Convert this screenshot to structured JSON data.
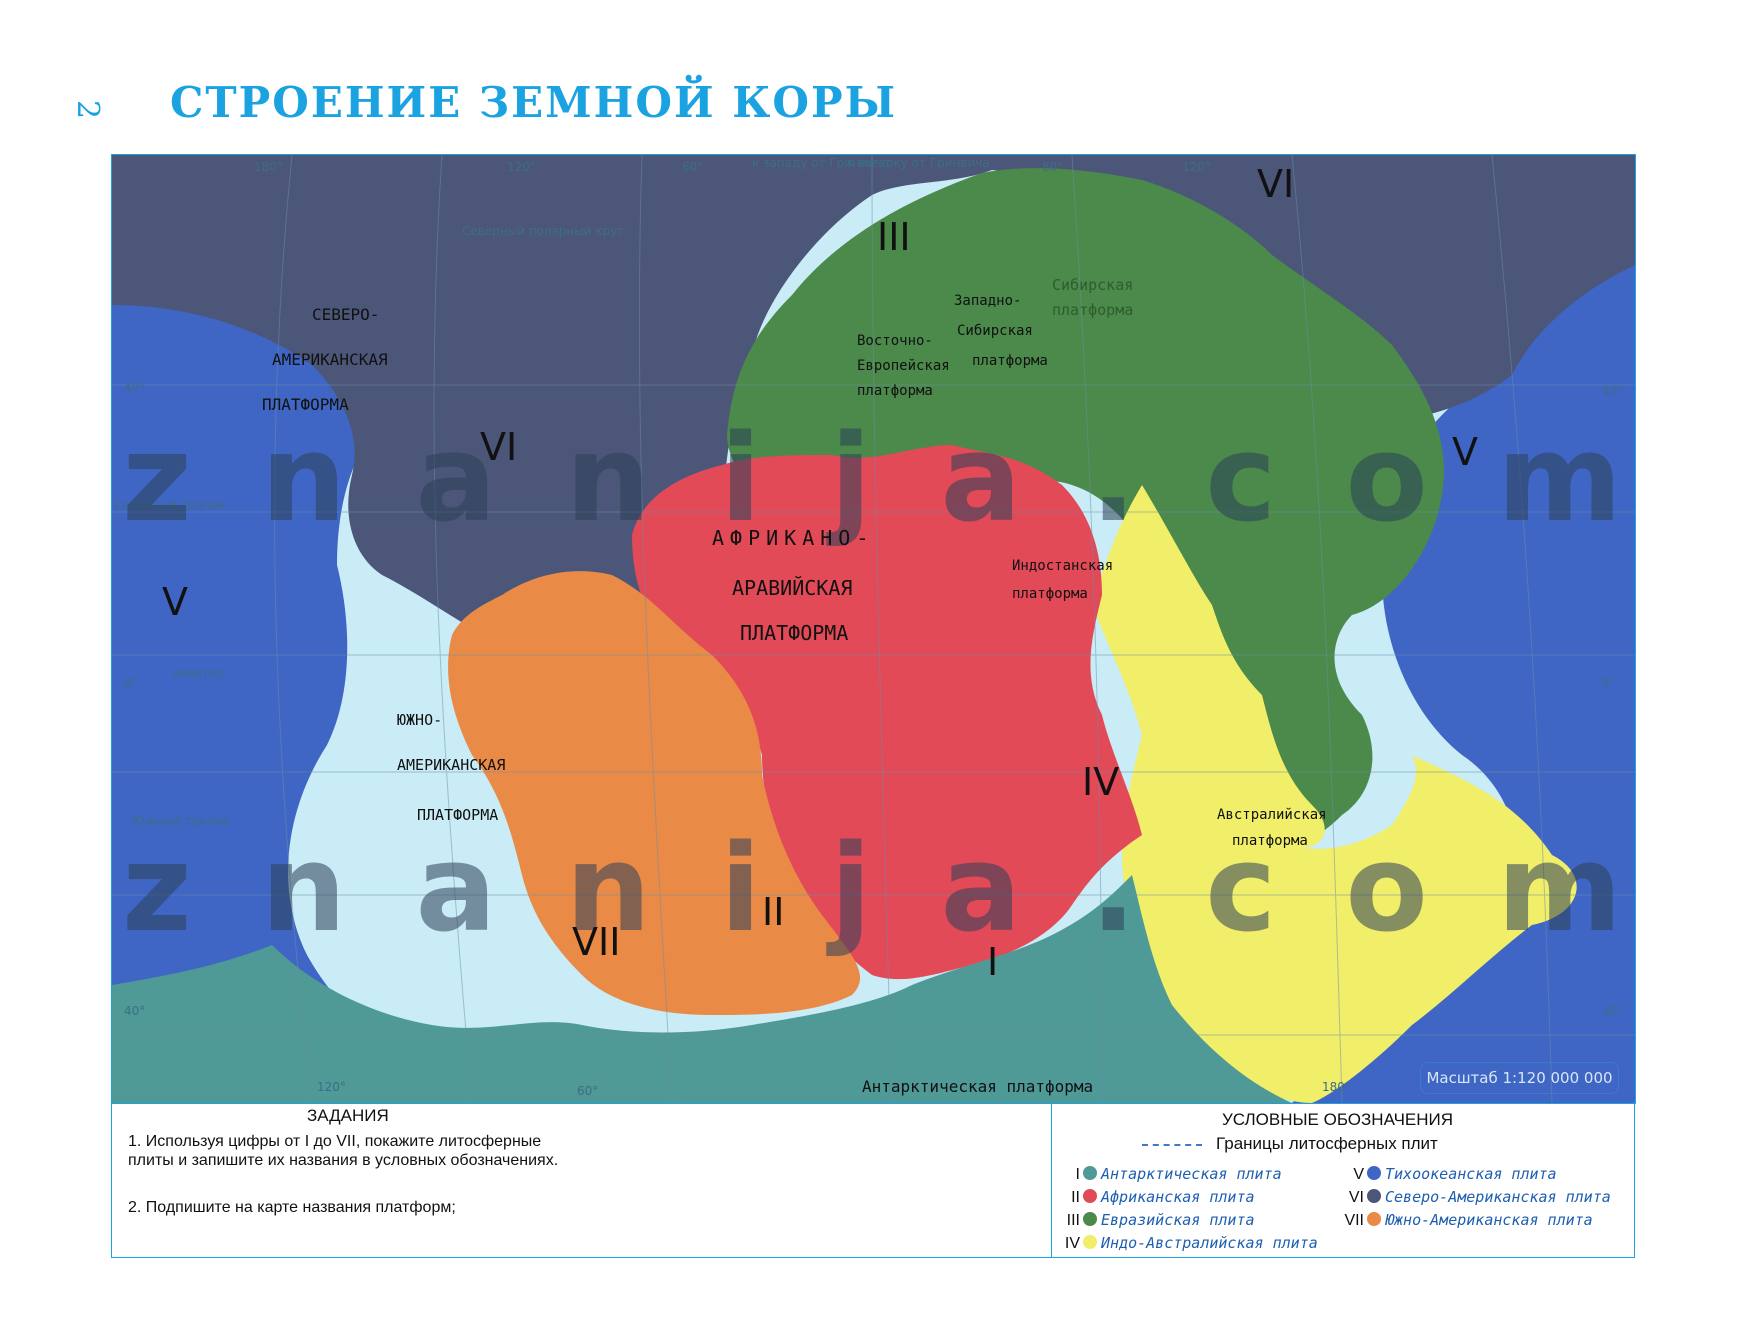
{
  "page": {
    "number": "2",
    "title": "СТРОЕНИЕ ЗЕМНОЙ КОРЫ"
  },
  "map": {
    "colors": {
      "ocean": "#c9ecf7",
      "antarctic": "#4f9a96",
      "african": "#e24a58",
      "eurasian": "#4b8a4a",
      "indo_australian": "#f1ee6a",
      "pacific": "#3f66c4",
      "north_american": "#4c5679",
      "south_american": "#ea8a47"
    },
    "grid_labels": {
      "lon_180_left": "180°",
      "lon_120_left": "120°",
      "lon_60_left": "60°",
      "lon_120_right": "120°",
      "lon_80": "80°",
      "lon_180_bottom": "180°",
      "lon_120_bottom": "120°",
      "lon_60_bottom": "60°",
      "lat_40n_left": "40°",
      "lat_40n_right": "40°",
      "lat_0_left": "0°",
      "lat_0_right": "0°",
      "lat_40s_left": "40°",
      "lat_40s_right": "40°",
      "west_of_greenwich": "к западу от Гринвича",
      "east_of_greenwich": "к востоку от Гринвича",
      "arctic_circle": "Северный полярный круг",
      "tropic_north": "Северный тропик",
      "equator": "Экватор",
      "tropic_south": "Южный тропик"
    },
    "plate_numbers": {
      "vi_top": "VI",
      "iii": "III",
      "vi_left": "VI",
      "v_right": "V",
      "v_left": "V",
      "iv": "IV",
      "ii": "II",
      "vii": "VII",
      "i": "I"
    },
    "platforms": {
      "north_american": [
        "СЕВЕРО-",
        "АМЕРИКАНСКАЯ",
        "ПЛАТФОРМА"
      ],
      "east_european": [
        "Восточно-",
        "Европейская",
        "платформа"
      ],
      "west_siberian": [
        "Западно-",
        "Сибирская",
        "платформа"
      ],
      "siberian": [
        "Сибирская",
        "платформа"
      ],
      "african_arabian": [
        "АФРИКАНО-",
        "АРАВИЙСКАЯ",
        "ПЛАТФОРМА"
      ],
      "indostan": [
        "Индостанская",
        "платформа"
      ],
      "south_american": [
        "ЮЖНО-",
        "АМЕРИКАНСКАЯ",
        "ПЛАТФОРМА"
      ],
      "australian": [
        "Австралийская",
        "платформа"
      ],
      "antarctic": "Антарктическая платформа"
    },
    "watermark": "znanija.com",
    "scale": "Масштаб 1:120 000 000"
  },
  "tasks": {
    "title": "ЗАДАНИЯ",
    "items": [
      "1. Используя цифры от I до VII, покажите литосферные плиты и запишите их названия в условных обозначениях.",
      "2. Подпишите на карте названия платформ;"
    ]
  },
  "legend": {
    "title": "УСЛОВНЫЕ ОБОЗНАЧЕНИЯ",
    "boundary": "Границы литосферных плит",
    "items": [
      {
        "num": "I",
        "label": "Антарктическая плита",
        "color": "#4f9a96"
      },
      {
        "num": "II",
        "label": "Африканская плита",
        "color": "#e24a58"
      },
      {
        "num": "III",
        "label": "Евразийская плита",
        "color": "#4b8a4a"
      },
      {
        "num": "IV",
        "label": "Индо-Австралийская плита",
        "color": "#f1ee6a"
      },
      {
        "num": "V",
        "label": "Тихоокеанская плита",
        "color": "#3f66c4"
      },
      {
        "num": "VI",
        "label": "Северо-Американская плита",
        "color": "#4c5679"
      },
      {
        "num": "VII",
        "label": "Южно-Американская плита",
        "color": "#ea8a47"
      }
    ]
  }
}
